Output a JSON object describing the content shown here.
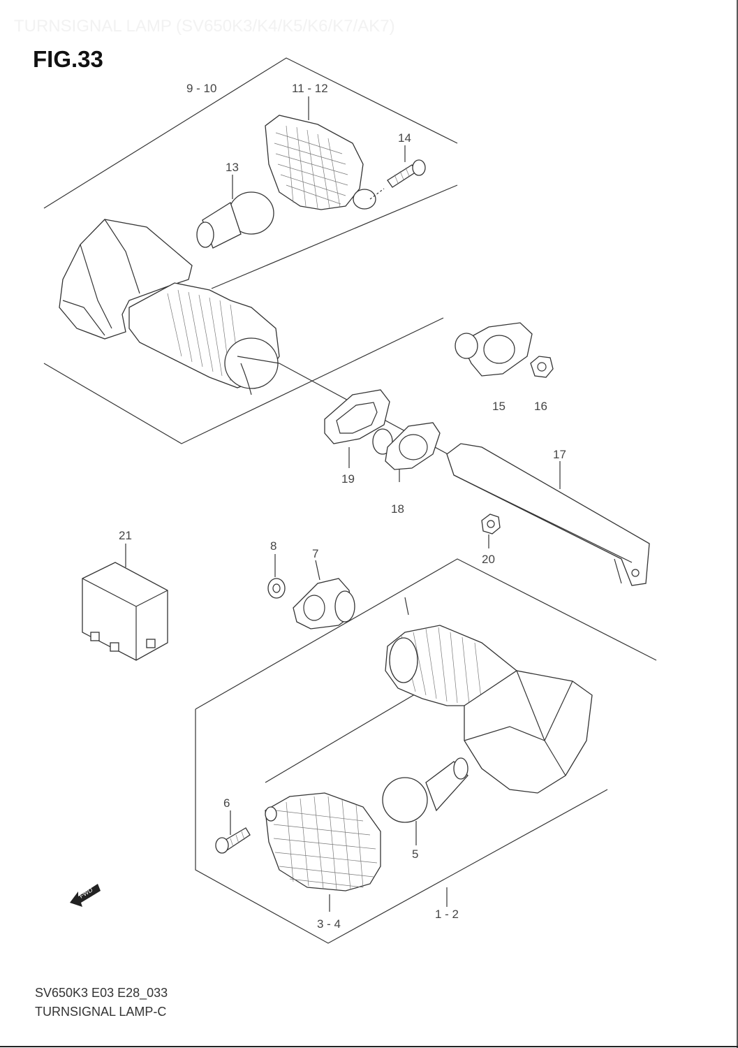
{
  "header": {
    "title": "TURNSIGNAL LAMP (SV650K3/K4/K5/K6/K7/AK7)",
    "figure": "FIG.33"
  },
  "footer": {
    "code": "SV650K3 E03 E28_033",
    "name": "TURNSIGNAL LAMP-C"
  },
  "fwd_label": "FWD",
  "callouts": [
    {
      "id": "callout-9-10",
      "text": "9 - 10"
    },
    {
      "id": "callout-11-12",
      "text": "11 - 12"
    },
    {
      "id": "callout-14",
      "text": "14"
    },
    {
      "id": "callout-13",
      "text": "13"
    },
    {
      "id": "callout-15",
      "text": "15"
    },
    {
      "id": "callout-16",
      "text": "16"
    },
    {
      "id": "callout-19",
      "text": "19"
    },
    {
      "id": "callout-17",
      "text": "17"
    },
    {
      "id": "callout-18",
      "text": "18"
    },
    {
      "id": "callout-21",
      "text": "21"
    },
    {
      "id": "callout-8",
      "text": "8"
    },
    {
      "id": "callout-7",
      "text": "7"
    },
    {
      "id": "callout-20",
      "text": "20"
    },
    {
      "id": "callout-6",
      "text": "6"
    },
    {
      "id": "callout-5",
      "text": "5"
    },
    {
      "id": "callout-1-2",
      "text": "1 - 2"
    },
    {
      "id": "callout-3-4",
      "text": "3 - 4"
    }
  ]
}
